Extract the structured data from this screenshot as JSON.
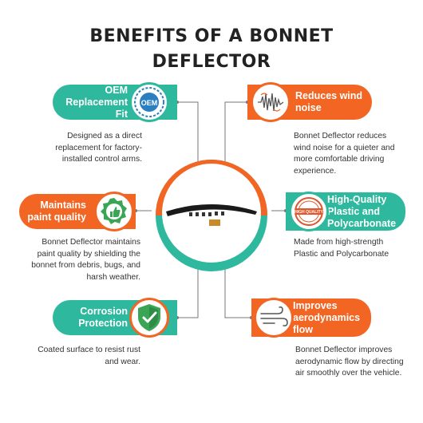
{
  "title_lines": [
    "BENEFITS OF A BONNET",
    "DEFLECTOR"
  ],
  "colors": {
    "teal": "#2eb89e",
    "orange": "#f26522",
    "text": "#333333",
    "line": "#666666"
  },
  "center_image": {
    "icon": "bonnet-deflector-product"
  },
  "benefits": {
    "oem": {
      "title_lines": [
        "OEM",
        "Replacement Fit"
      ],
      "badge_text": "OEM",
      "icon": "oem-seal-icon",
      "description_lines": [
        "Designed as a direct",
        "replacement for factory-",
        "installed control arms."
      ]
    },
    "wind": {
      "title_lines": [
        "Reduces wind",
        "noise"
      ],
      "icon": "sound-wave-icon",
      "description_lines": [
        "Bonnet Deflector reduces",
        "wind noise for a quieter and",
        "more comfortable driving",
        "experience."
      ]
    },
    "paint": {
      "title_lines": [
        "Maintains",
        "paint quality"
      ],
      "icon": "thumbs-up-badge-icon",
      "description_lines": [
        "Bonnet Deflector maintains",
        "paint quality by shielding the",
        "bonnet from debris, bugs, and",
        "harsh weather."
      ]
    },
    "quality": {
      "title_lines": [
        "High-Quality",
        "Plastic and",
        "Polycarbonate"
      ],
      "stamp_text": "HIGH QUALITY",
      "icon": "high-quality-stamp-icon",
      "description_lines": [
        "Made from high-strength",
        "Plastic and Polycarbonate"
      ]
    },
    "corrosion": {
      "title_lines": [
        "Corrosion",
        "Protection"
      ],
      "icon": "shield-check-icon",
      "description_lines": [
        "Coated surface to resist rust",
        "and wear."
      ]
    },
    "aero": {
      "title_lines": [
        "Improves",
        "aerodynamics",
        "flow"
      ],
      "icon": "airflow-icon",
      "description_lines": [
        "Bonnet Deflector improves",
        "aerodynamic flow by directing",
        "air smoothly over the vehicle."
      ]
    }
  }
}
